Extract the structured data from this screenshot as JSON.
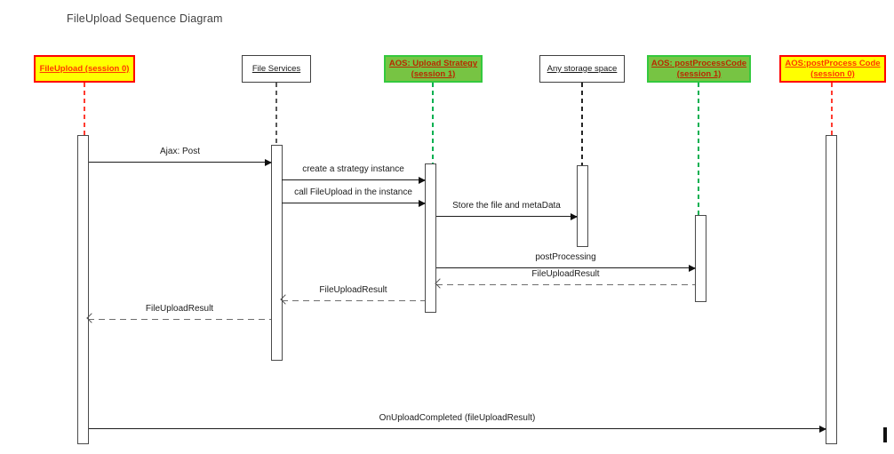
{
  "title": "FileUpload Sequence Diagram",
  "colors": {
    "canvas_bg": "#FFFFFF",
    "yellow_actor_fill": "#FFFF00",
    "yellow_actor_border": "#FF0000",
    "yellow_actor_text": "#FF3800",
    "green_actor_fill": "#77C443",
    "green_actor_border": "#34C93E",
    "green_actor_text": "#B92900",
    "white_actor_border": "#404040",
    "lifeline_red": "#FF3B30",
    "lifeline_green": "#00B050",
    "lifeline_gray": "#595959",
    "lifeline_black": "#262626",
    "message_line": "#1C1C1C",
    "return_line": "#6E6E6E"
  },
  "actors": [
    {
      "id": "fileupload-session0",
      "label": "FileUpload (session 0)",
      "style": "yellow",
      "lifeline": "red"
    },
    {
      "id": "file-services",
      "label": "File Services",
      "style": "white",
      "lifeline": "gray"
    },
    {
      "id": "aos-upload-strategy-session1",
      "label": "AOS: Upload Strategy (session 1)",
      "style": "green",
      "lifeline": "green"
    },
    {
      "id": "any-storage-space",
      "label": "Any storage space",
      "style": "white",
      "lifeline": "black"
    },
    {
      "id": "aos-postprocesscode-session1",
      "label": "AOS: postProcessCode (session 1)",
      "style": "green",
      "lifeline": "green"
    },
    {
      "id": "aos-postprocess-code-session0",
      "label": "AOS:postProcess Code (session 0)",
      "style": "yellow",
      "lifeline": "red"
    }
  ],
  "messages": [
    {
      "label": "Ajax: Post",
      "type": "solid",
      "direction": "right",
      "from": "fileupload-session0",
      "to": "file-services"
    },
    {
      "label": "create a strategy instance",
      "type": "solid",
      "direction": "right",
      "from": "file-services",
      "to": "aos-upload-strategy-session1"
    },
    {
      "label": "call FileUpload in the instance",
      "type": "solid",
      "direction": "right",
      "from": "file-services",
      "to": "aos-upload-strategy-session1"
    },
    {
      "label": "Store the file and metaData",
      "type": "solid",
      "direction": "right",
      "from": "aos-upload-strategy-session1",
      "to": "any-storage-space"
    },
    {
      "label": "postProcessing",
      "type": "solid",
      "direction": "right",
      "from": "aos-upload-strategy-session1",
      "to": "aos-postprocesscode-session1"
    },
    {
      "label": "FileUploadResult",
      "type": "dashed",
      "direction": "left",
      "from": "aos-postprocesscode-session1",
      "to": "aos-upload-strategy-session1"
    },
    {
      "label": "FileUploadResult",
      "type": "dashed",
      "direction": "left",
      "from": "aos-upload-strategy-session1",
      "to": "file-services"
    },
    {
      "label": "FileUploadResult",
      "type": "dashed",
      "direction": "left",
      "from": "file-services",
      "to": "fileupload-session0"
    },
    {
      "label": "OnUploadCompleted (fileUploadResult)",
      "type": "solid",
      "direction": "right",
      "from": "fileupload-session0",
      "to": "aos-postprocess-code-session0"
    }
  ]
}
